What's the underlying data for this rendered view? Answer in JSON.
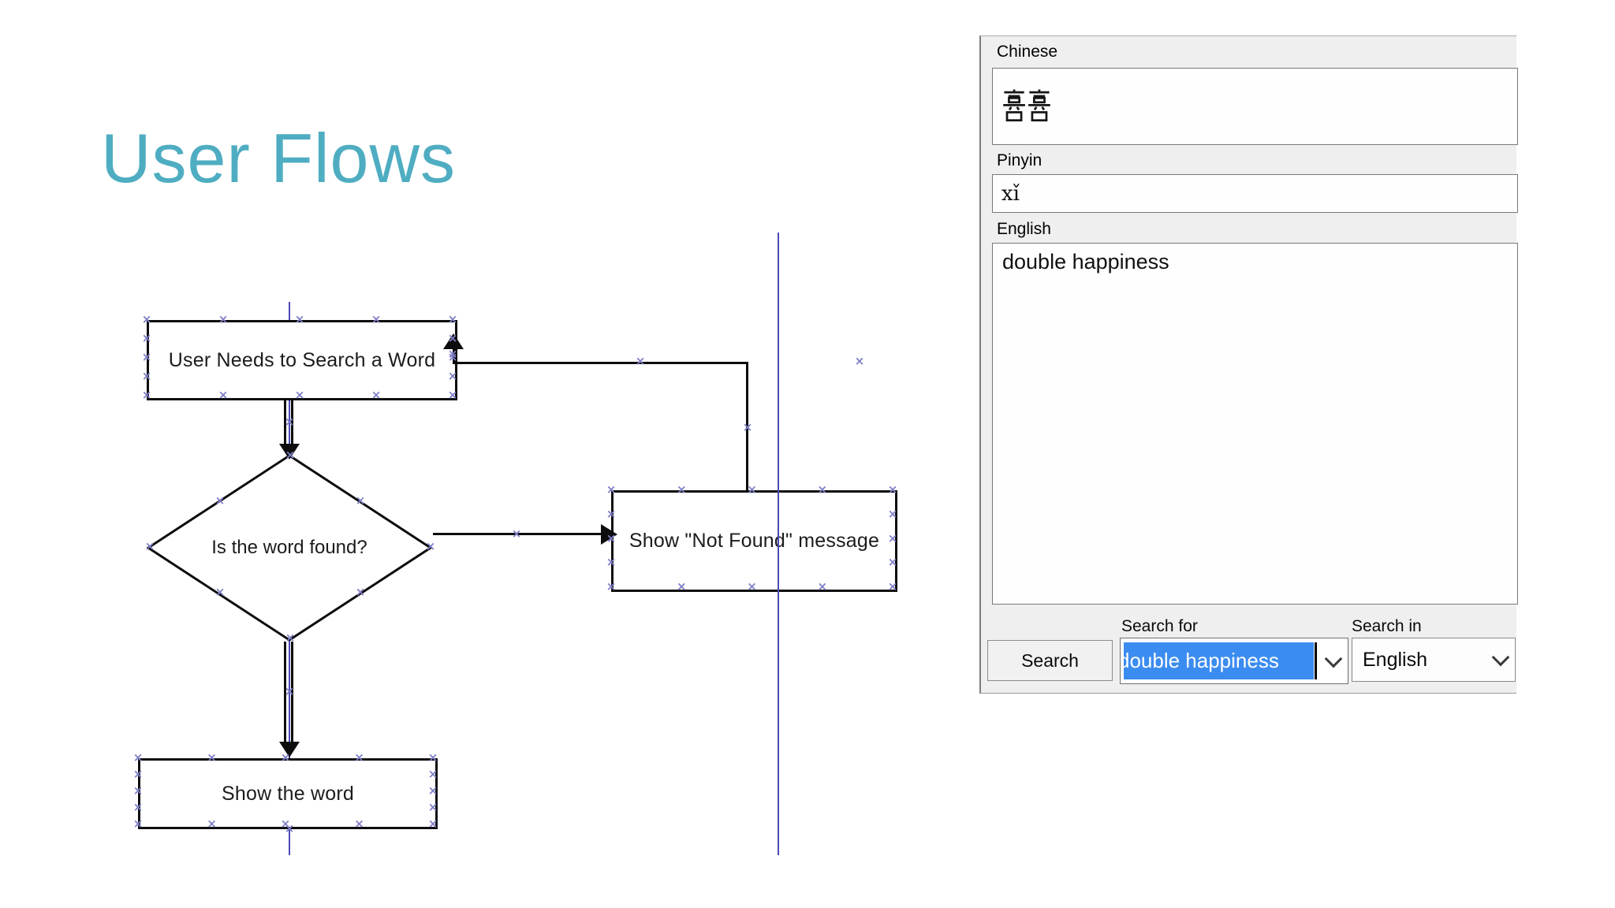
{
  "slide": {
    "title": "User Flows"
  },
  "flowchart": {
    "node_start": "User Needs to Search a Word",
    "node_decision": "Is the word found?",
    "node_notfound": "Show \"Not Found\" message",
    "node_show": "Show the word"
  },
  "app": {
    "chinese_label": "Chinese",
    "chinese_value": "囍",
    "pinyin_label": "Pinyin",
    "pinyin_value": "xǐ",
    "english_label": "English",
    "english_value": "double happiness",
    "search_button": "Search",
    "search_for_label": "Search for",
    "search_for_value": "double happiness",
    "search_in_label": "Search in",
    "search_in_value": "English"
  },
  "colors": {
    "title_accent": "#4fadc2",
    "selection_blue": "#3b8cf0",
    "guide_line_blue": "#4a4ab8"
  }
}
